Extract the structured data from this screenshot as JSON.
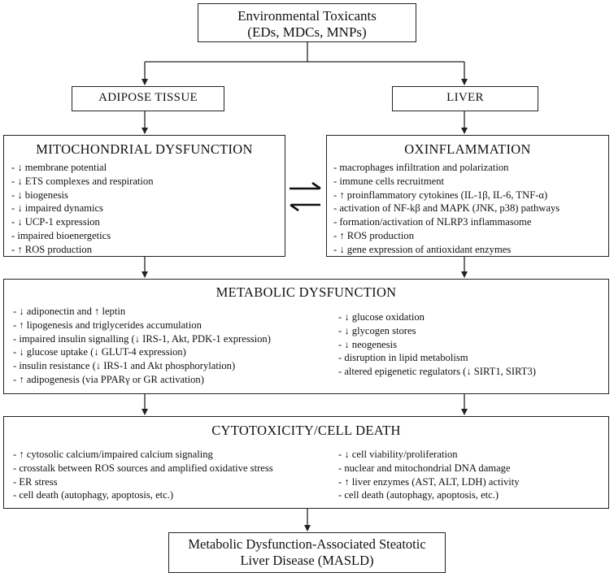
{
  "top": {
    "line1": "Environmental Toxicants",
    "line2": "(EDs, MDCs, MNPs)"
  },
  "adipose": {
    "label": "ADIPOSE TISSUE"
  },
  "liver": {
    "label": "LIVER"
  },
  "mito": {
    "title": "MITOCHONDRIAL DYSFUNCTION",
    "items": [
      "- ↓ membrane potential",
      "- ↓ ETS complexes and respiration",
      "- ↓ biogenesis",
      "- ↓ impaired dynamics",
      "- ↓ UCP-1 expression",
      "- impaired bioenergetics",
      "- ↑ ROS production"
    ]
  },
  "oxi": {
    "title": "OXINFLAMMATION",
    "items": [
      "- macrophages infiltration and polarization",
      "- immune cells recruitment",
      "- ↑ proinflammatory cytokines (IL-1β, IL-6, TNF-α)",
      "- activation of NF-kβ and MAPK (JNK, p38) pathways",
      "- formation/activation of NLRP3 inflammasome",
      "- ↑ ROS production",
      "- ↓ gene expression of antioxidant enzymes"
    ]
  },
  "metabolic": {
    "title": "METABOLIC DYSFUNCTION",
    "left": [
      "- ↓ adiponectin and ↑ leptin",
      "- ↑ lipogenesis and triglycerides accumulation",
      "- impaired insulin signalling (↓ IRS-1, Akt, PDK-1 expression)",
      "- ↓ glucose uptake (↓ GLUT-4 expression)",
      "- insulin resistance (↓ IRS-1 and Akt phosphorylation)",
      "- ↑ adipogenesis (via PPARγ or GR activation)"
    ],
    "right": [
      "- ↓ glucose oxidation",
      "- ↓ glycogen stores",
      "- ↓ neogenesis",
      "- disruption in lipid metabolism",
      "- altered epigenetic regulators (↓ SIRT1, SIRT3)"
    ]
  },
  "cyto": {
    "title": "CYTOTOXICITY/CELL DEATH",
    "left": [
      "- ↑ cytosolic calcium/impaired calcium signaling",
      "- crosstalk between ROS sources and amplified oxidative stress",
      "- ER stress",
      "- cell death (autophagy, apoptosis, etc.)"
    ],
    "right": [
      "- ↓ cell viability/proliferation",
      "- nuclear and mitochondrial DNA damage",
      "- ↑ liver enzymes (AST, ALT, LDH) activity",
      "- cell death (autophagy, apoptosis, etc.)"
    ]
  },
  "masld": {
    "line1": "Metabolic Dysfunction-Associated Steatotic",
    "line2": "Liver Disease (MASLD)"
  }
}
